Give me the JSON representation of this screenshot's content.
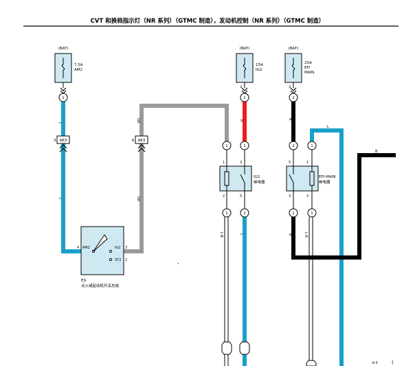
{
  "header": {
    "title": "CVT 和换档指示灯（NR 系列）（GTMC 制造），发动机控制（NR 系列）（GTMC 制造）"
  },
  "colors": {
    "blue": "#1a9fc8",
    "gray": "#9a9a9a",
    "red": "#ee1c1c",
    "black": "#000000",
    "component_fill": "#cfe9f2"
  },
  "fuses": [
    {
      "source": "(BAT)",
      "rating": "7.5A",
      "name": "AM2"
    },
    {
      "source": "(BAT)",
      "rating": "15A",
      "name": "IG2"
    },
    {
      "source": "(BAT)",
      "rating": "25A",
      "name": "EFI",
      "name2": "MAIN"
    }
  ],
  "connectors": [
    {
      "id": "AE3",
      "pin_left": "3"
    },
    {
      "id": "AE3",
      "pin_left": "6"
    }
  ],
  "pins": {
    "fuse_am2": "1",
    "fuse_ig2_top": "2",
    "fuse_ig2": "1",
    "fuse_efi_top": "2",
    "fuse_efi": "2",
    "relay_ig2_in_left": "1",
    "relay_ig2_in_right": "1",
    "relay_ig2_top_left": "1",
    "relay_ig2_top_right": "3",
    "relay_ig2_bottom_left": "2",
    "relay_ig2_bottom_right": "5",
    "relay_efi_in_left": "2",
    "relay_efi_in_right": "1",
    "relay_efi_top_left": "5",
    "relay_efi_top_right": "1",
    "relay_efi_bottom_left": "3",
    "relay_efi_bottom_right": "2",
    "below_ig2_left": "1",
    "below_ig2_right": "1",
    "below_efi_left": "1",
    "below_efi_right": "1",
    "switch_am2": "4",
    "switch_ig2": "3",
    "switch_st2": "2"
  },
  "wire_labels": {
    "blue_top": "L",
    "blue_mid": "L",
    "gray_top": "GR",
    "gray_mid": "GR",
    "red": "R",
    "ig2_bottom_left": "L-B",
    "ig2_bottom_right": "L",
    "efi_top_left": "B",
    "efi_top_right": "L",
    "efi_bottom_left": "B",
    "efi_bottom_right": "L-R",
    "right_black": "B"
  },
  "relays": [
    {
      "name": "IG2",
      "desc": "继电器"
    },
    {
      "name": "EFI-MAIN",
      "desc": "继电器"
    }
  ],
  "switch": {
    "ref": "E9",
    "desc": "点火或起动机开关总成",
    "terminals": [
      "AM2",
      "IG2",
      "ST2"
    ]
  },
  "misc": {
    "tick_mark": "、",
    "corner_note": "K-3",
    "corner_paren": "("
  }
}
